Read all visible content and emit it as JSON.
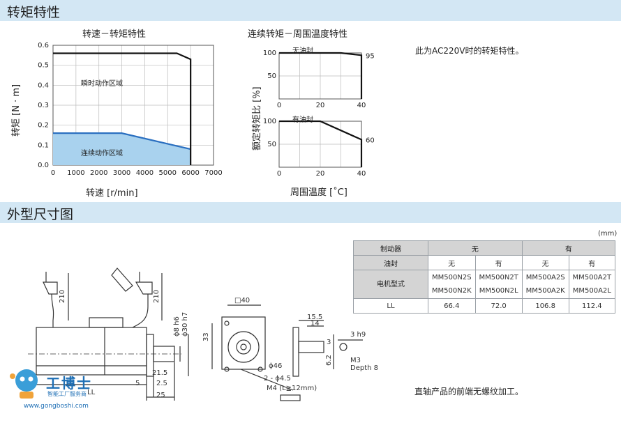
{
  "sections": {
    "torque_title": "转矩特性",
    "dimension_title": "外型尺寸图"
  },
  "torque_notes": {
    "ac_note": "此为AC220V时的转矩特性。",
    "shaft_note": "直轴产品的前端无螺纹加工。"
  },
  "chart_data": [
    {
      "type": "area",
      "title": "转速－转矩特性",
      "xlabel": "转速 [r/min]",
      "ylabel": "转矩 [N · m]",
      "xlim": [
        0,
        7000
      ],
      "ylim": [
        0,
        0.6
      ],
      "xticks": [
        "0",
        "1000",
        "2000",
        "3000",
        "4000",
        "5000",
        "6000",
        "7000"
      ],
      "yticks": [
        "0.0",
        "0.1",
        "0.2",
        "0.3",
        "0.4",
        "0.5",
        "0.6"
      ],
      "grid": true,
      "series": [
        {
          "name": "瞬时动作区域",
          "x": [
            0,
            5400,
            6000,
            6000
          ],
          "y": [
            0.56,
            0.56,
            0.53,
            0
          ]
        },
        {
          "name": "连续动作区域",
          "x": [
            0,
            3000,
            6000
          ],
          "y": [
            0.16,
            0.16,
            0.08
          ]
        }
      ]
    },
    {
      "type": "line",
      "title": "连续转矩－周围温度特性",
      "panel_label": "无油封",
      "xlim": [
        0,
        40
      ],
      "ylim": [
        0,
        100
      ],
      "xticks": [
        "0",
        "20",
        "40"
      ],
      "yticks": [
        "50",
        "100"
      ],
      "grid": true,
      "x": [
        0,
        30,
        40
      ],
      "y": [
        100,
        100,
        95
      ],
      "end_label": "95"
    },
    {
      "type": "line",
      "panel_label": "有油封",
      "xlabel": "周围温度 [˚C]",
      "ylabel": "额定转矩比 [%]",
      "xlim": [
        0,
        40
      ],
      "ylim": [
        0,
        100
      ],
      "xticks": [
        "0",
        "20",
        "40"
      ],
      "yticks": [
        "50",
        "100"
      ],
      "grid": true,
      "x": [
        0,
        20,
        40
      ],
      "y": [
        100,
        100,
        60
      ],
      "end_label": "60"
    }
  ],
  "drawing": {
    "cable_len_1": "210",
    "cable_len_2": "210",
    "ll": "LL",
    "d21_5": "21.5",
    "d5": "5",
    "d2_5": "2.5",
    "d25": "25",
    "phi8": "ϕ8 h6",
    "phi30": "ϕ30 h7",
    "sq40": "□40",
    "d33": "33",
    "phi46": "ϕ46",
    "holes": "2 - ϕ4.5",
    "m4": "M4 (L≧12mm)",
    "d15_5": "15.5",
    "d14": "14",
    "d3h9": "3 h9",
    "d3": "3",
    "d6_2": "6.2",
    "m3": "M3",
    "depth": "Depth 8"
  },
  "spec_table": {
    "unit": "(mm)",
    "row_brake": [
      "制动器",
      "无",
      "有"
    ],
    "row_seal": [
      "油封",
      "无",
      "有",
      "无",
      "有"
    ],
    "row_model_label": "电机型式",
    "models": [
      [
        "MM500N2S",
        "MM500N2K"
      ],
      [
        "MM500N2T",
        "MM500N2L"
      ],
      [
        "MM500A2S",
        "MM500A2K"
      ],
      [
        "MM500A2T",
        "MM500A2L"
      ]
    ],
    "row_ll": [
      "LL",
      "66.4",
      "72.0",
      "106.8",
      "112.4"
    ]
  },
  "logo": {
    "brand": "工博士",
    "tagline": "智能工厂服务商",
    "url": "www.gongboshi.com"
  }
}
